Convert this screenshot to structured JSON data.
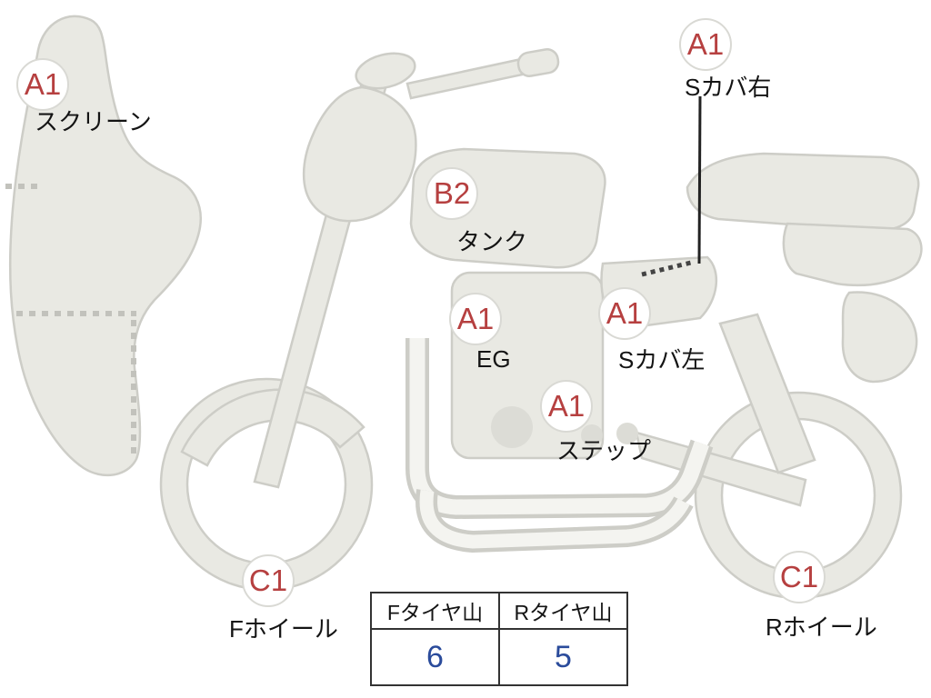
{
  "diagram": {
    "callouts": [
      {
        "code": "A1",
        "part": "スクリーン"
      },
      {
        "code": "A1",
        "part": "Sカバ右"
      },
      {
        "code": "B2",
        "part": "タンク"
      },
      {
        "code": "A1",
        "part": "EG"
      },
      {
        "code": "A1",
        "part": "Sカバ左"
      },
      {
        "code": "A1",
        "part": "ステップ"
      },
      {
        "code": "C1",
        "part": "Fホイール"
      },
      {
        "code": "C1",
        "part": "Rホイール"
      }
    ]
  },
  "tire_table": {
    "headers": [
      "Fタイヤ山",
      "Rタイヤ山"
    ],
    "values": [
      "6",
      "5"
    ]
  },
  "colors": {
    "grade_code_text": "#b64040",
    "tread_value_text": "#2a4b9b",
    "sketch_fill": "#e9e9e3",
    "sketch_stroke": "#cdcdc7"
  }
}
